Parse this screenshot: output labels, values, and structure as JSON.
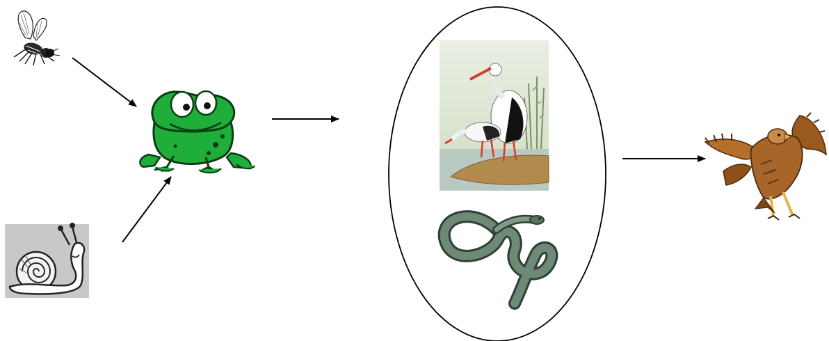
{
  "diagram": {
    "type": "food-chain",
    "organisms": [
      {
        "id": "fly",
        "icon": "fly-icon"
      },
      {
        "id": "snail",
        "icon": "snail-icon"
      },
      {
        "id": "frog",
        "icon": "frog-icon"
      },
      {
        "id": "stork",
        "icon": "stork-icon"
      },
      {
        "id": "snake",
        "icon": "snake-icon"
      },
      {
        "id": "eagle",
        "icon": "eagle-icon"
      }
    ],
    "groups": [
      {
        "id": "frog-predators",
        "members": [
          "stork",
          "snake"
        ]
      }
    ],
    "links": [
      {
        "from": "fly",
        "to": "frog"
      },
      {
        "from": "snail",
        "to": "frog"
      },
      {
        "from": "frog",
        "to": "frog-predators"
      },
      {
        "from": "frog-predators",
        "to": "eagle"
      }
    ],
    "colors": {
      "arrow": "#000000",
      "frog": "#1fae3a",
      "snail_bg": "#c8c8c8",
      "eagle": "#9a5a1e",
      "snake": "#4e6b58",
      "stork_bg": "#d9e3cf"
    }
  }
}
